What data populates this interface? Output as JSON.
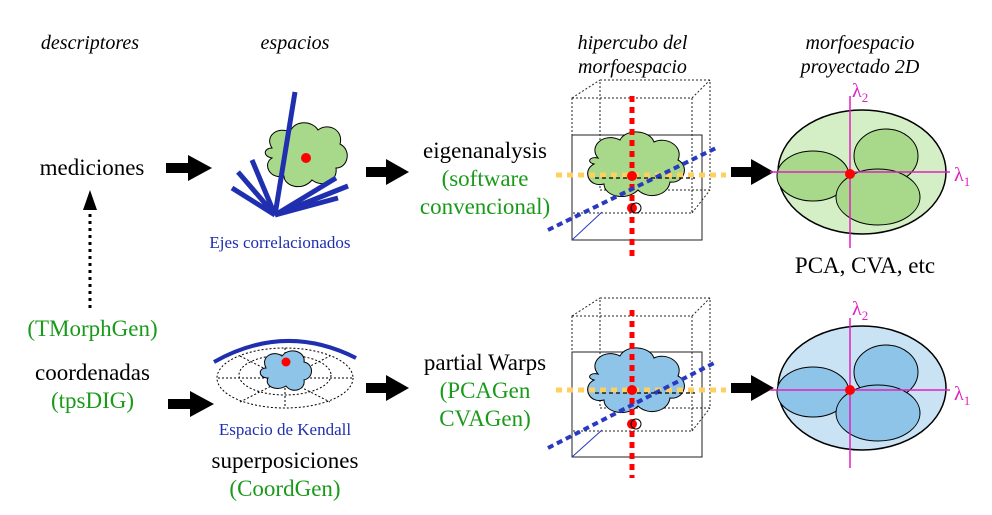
{
  "headers": {
    "descriptores": "descriptores",
    "espacios": "espacios",
    "hipercubo_line1": "hipercubo del",
    "hipercubo_line2": "morfoespacio",
    "morfo_line1": "morfoespacio",
    "morfo_line2": "proyectado 2D"
  },
  "top_row": {
    "mediciones": "mediciones",
    "axes_caption": "Ejes correlacionados",
    "method": "eigenanalysis",
    "software_line1": "(software",
    "software_line2": "convencional)",
    "result": "PCA, CVA, etc",
    "lambda1": "λ",
    "lambda1_sub": "1",
    "lambda2": "λ",
    "lambda2_sub": "2"
  },
  "bottom_row": {
    "tmorphgen": "(TMorphGen)",
    "coordenadas": "coordenadas",
    "tpsdig": "(tpsDIG)",
    "space_caption": "Espacio de Kendall",
    "superposiciones": "superposiciones",
    "coordgen": "(CoordGen)",
    "method": "partial Warps",
    "software_line1": "(PCAGen",
    "software_line2": "CVAGen)",
    "lambda1": "λ",
    "lambda1_sub": "1",
    "lambda2": "λ",
    "lambda2_sub": "2"
  },
  "colors": {
    "green_text": "#1a9a1a",
    "blue_text": "#1f2fb0",
    "lambda": "#e020c0",
    "green_fill": "#a8d88a",
    "blue_fill": "#8ec4e8",
    "marker": "#ff0000"
  }
}
